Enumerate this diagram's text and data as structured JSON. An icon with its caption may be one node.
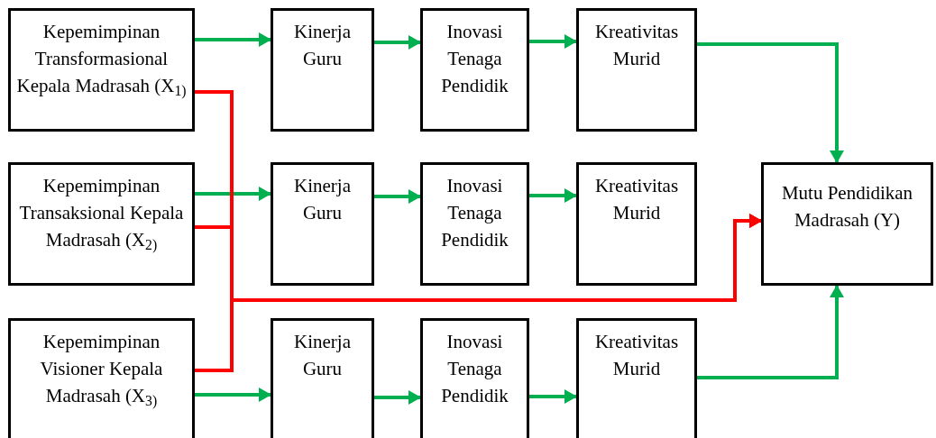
{
  "diagram": {
    "nodes": [
      {
        "text": [
          "Kepemimpinan Transformasional Kepala Madrasah (X$_{1)}$"
        ]
      },
      {
        "text": [
          "Kinerja Guru"
        ]
      },
      {
        "text": [
          "Inovasi Tenaga Pendidik"
        ]
      },
      {
        "text": [
          "Kreativitas Murid"
        ]
      },
      {
        "text": [
          "Kepemimpinan Transaksional Kepala Madrasah (X$_{2)}$"
        ]
      },
      {
        "text": [
          "Kinerja Guru"
        ]
      },
      {
        "text": [
          "Inovasi Tenaga Pendidik"
        ]
      },
      {
        "text": [
          "Kreativitas Murid"
        ]
      },
      {
        "text": [
          "Kepemimpinan Visioner Kepala Madrasah (X$_{3)}$"
        ]
      },
      {
        "text": [
          "Kinerja Guru"
        ]
      },
      {
        "text": [
          "Inovasi Tenaga Pendidik"
        ]
      },
      {
        "text": [
          "Kreativitas Murid"
        ]
      },
      {
        "text": [
          "Mutu Pendidikan Madrasah (Y)"
        ]
      }
    ],
    "edges": [
      {
        "from": 0,
        "to": 1,
        "arrow": "to"
      },
      {
        "from": 1,
        "to": 2,
        "arrow": "to"
      },
      {
        "from": 2,
        "to": 3,
        "arrow": "to"
      },
      {
        "from": 3,
        "to": 12,
        "arrow": "to"
      },
      {
        "from": 4,
        "to": 5,
        "arrow": "to"
      },
      {
        "from": 5,
        "to": 6,
        "arrow": "to"
      },
      {
        "from": 6,
        "to": 7,
        "arrow": "to"
      },
      {
        "from": 8,
        "to": 9,
        "arrow": "to"
      },
      {
        "from": 9,
        "to": 10,
        "arrow": "to"
      },
      {
        "from": 10,
        "to": 11,
        "arrow": "to"
      },
      {
        "from": 11,
        "to": 12,
        "arrow": "to"
      },
      {
        "from": 0,
        "to": 12,
        "arrow": "to",
        "color": "#ff0000"
      },
      {
        "from": 4,
        "to": 12,
        "arrow": "to",
        "color": "#ff0000"
      },
      {
        "from": 8,
        "to": 12,
        "arrow": "to",
        "color": "#ff0000"
      }
    ]
  }
}
